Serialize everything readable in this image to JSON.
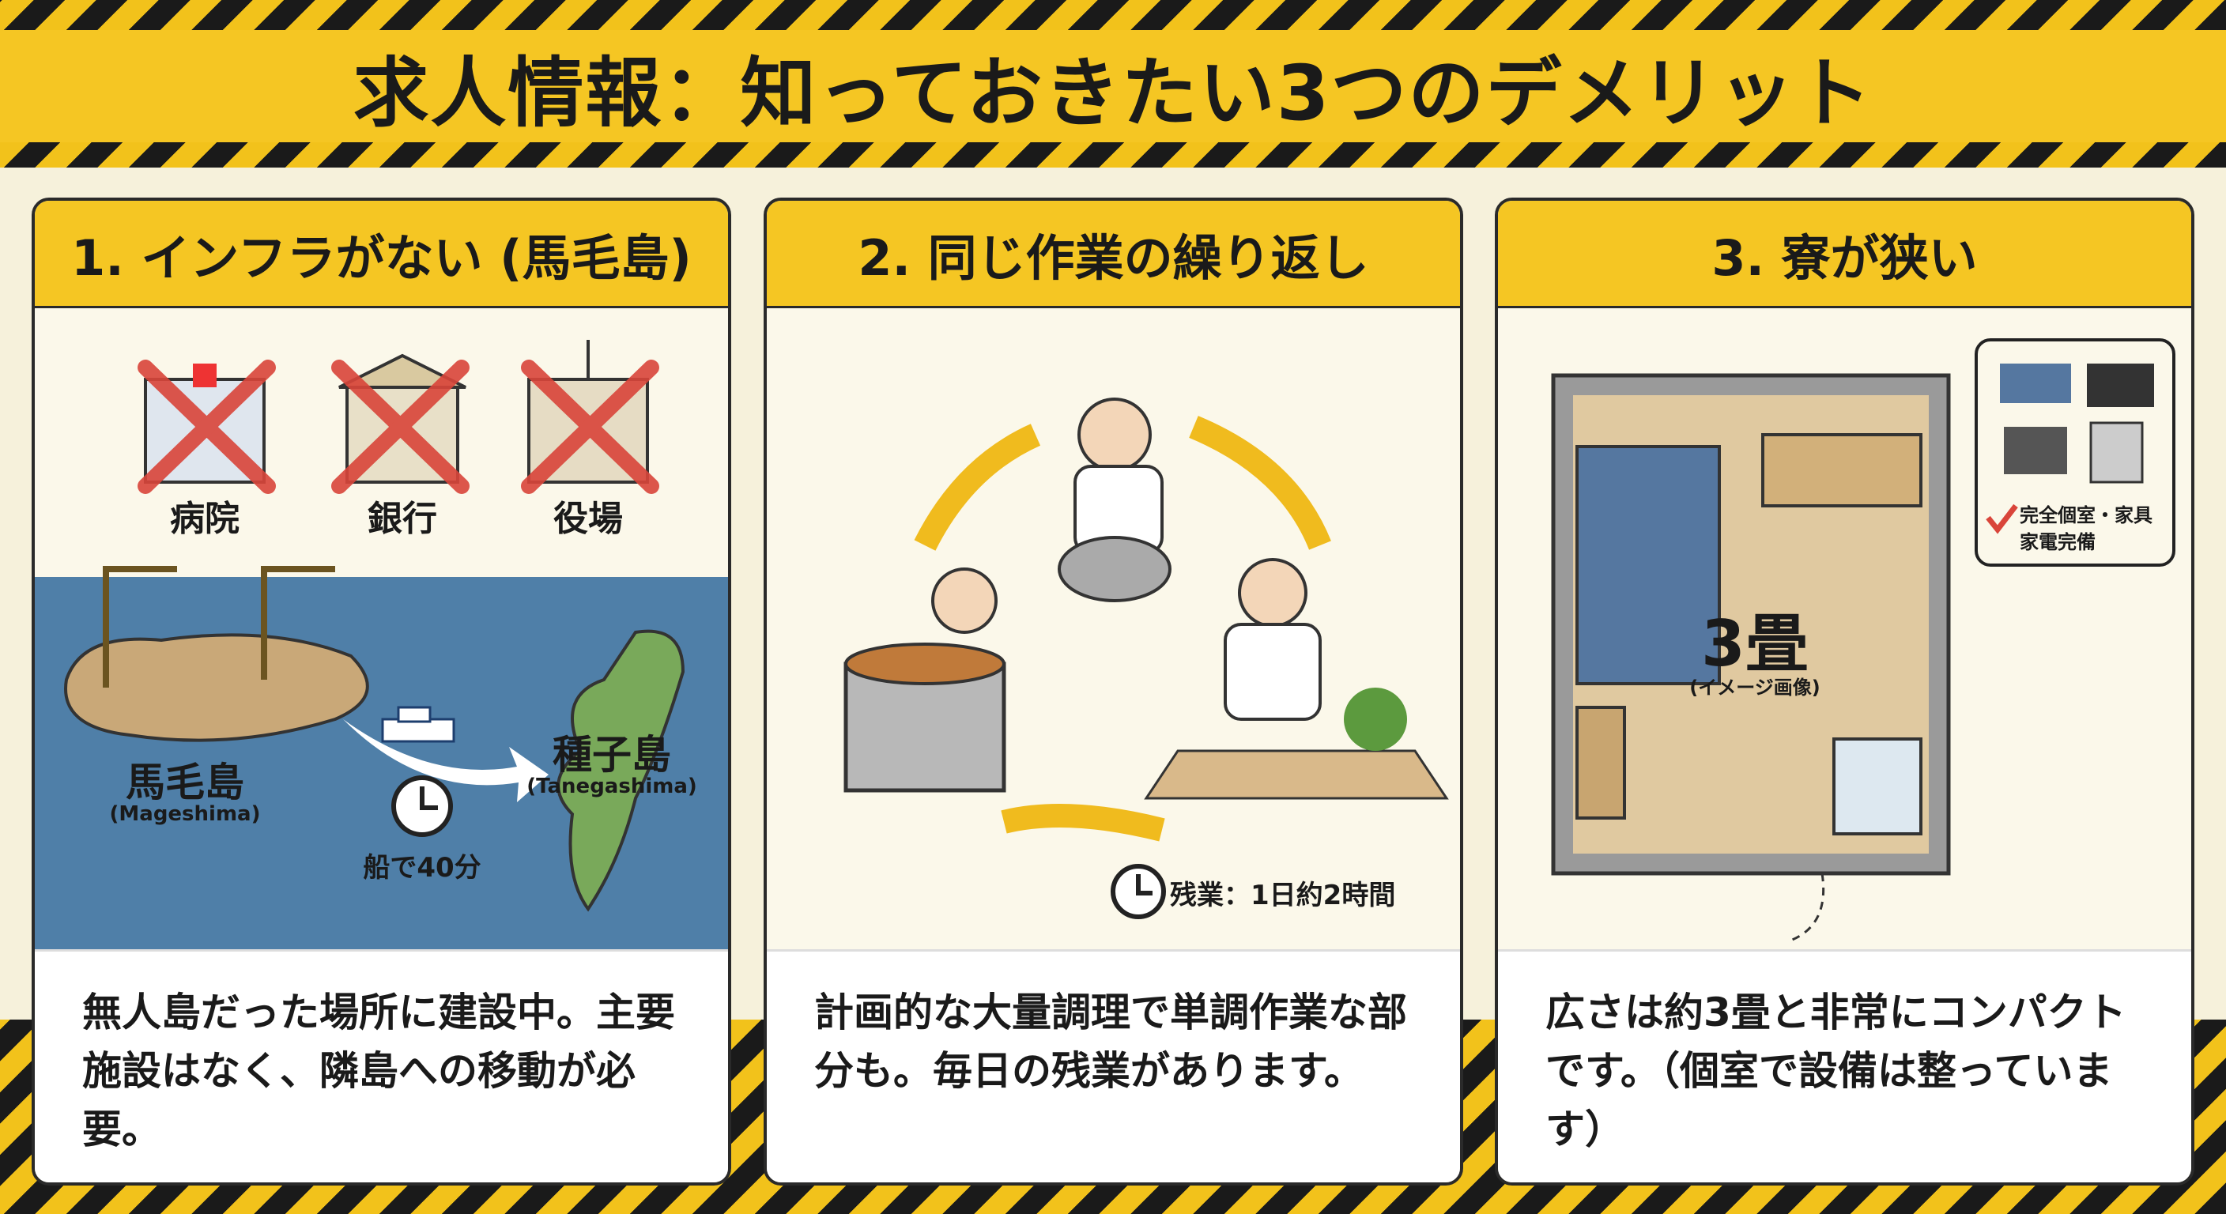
{
  "title": "求人情報：知っておきたい3つのデメリット",
  "panels": [
    {
      "heading": "1. インフラがない (馬毛島)",
      "facilities": [
        "病院",
        "銀行",
        "役場"
      ],
      "island_from": "馬毛島",
      "island_from_en": "(Mageshima)",
      "island_to": "種子島",
      "island_to_en": "(Tanegashima)",
      "travel_time": "船で40分",
      "caption": "無人島だった場所に建設中。主要施設はなく、隣島への移動が必要。"
    },
    {
      "heading": "2. 同じ作業の繰り返し",
      "overtime": "残業：1日約2時間",
      "caption": "計画的な大量調理で単調作業な部分も。毎日の残業があります。"
    },
    {
      "heading": "3. 寮が狭い",
      "room_size": "3畳",
      "room_note": "(イメージ画像)",
      "amenities": "完全個室・家具家電完備",
      "caption": "広さは約3畳と非常にコンパクトです。（個室で設備は整っています）"
    }
  ],
  "colors": {
    "accent": "#f5c623",
    "sea": "#4f7fa8",
    "background": "#f6f1db"
  }
}
